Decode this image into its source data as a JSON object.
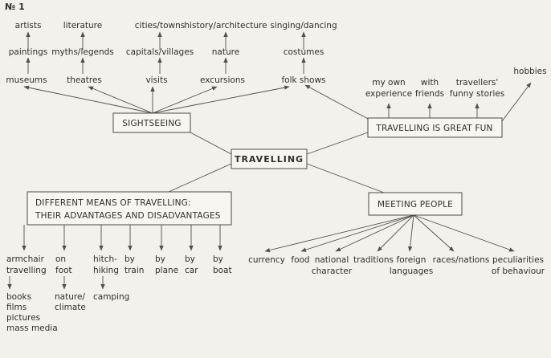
{
  "diagram_number": "№ 1",
  "center": "TRAVELLING",
  "boxes": {
    "sightseeing": "SIGHTSEEING",
    "fun": "TRAVELLING IS GREAT FUN",
    "means_line1": "DIFFERENT MEANS OF TRAVELLING:",
    "means_line2": "THEIR ADVANTAGES AND DISADVANTAGES",
    "meeting": "MEETING PEOPLE"
  },
  "sightseeing_chain": {
    "col1": [
      "artists",
      "paintings",
      "museums"
    ],
    "col2": [
      "literature",
      "myths/legends",
      "theatres"
    ],
    "col3": [
      "cities/towns",
      "capitals/villages",
      "visits"
    ],
    "col4": [
      "history/architecture",
      "nature",
      "excursions"
    ],
    "col5": [
      "singing/dancing",
      "costumes",
      "folk shows"
    ]
  },
  "fun_items": {
    "own_l1": "my own",
    "own_l2": "experience",
    "friends_l1": "with",
    "friends_l2": "friends",
    "stories_l1": "travellers'",
    "stories_l2": "funny stories",
    "hobbies": "hobbies"
  },
  "means_items": {
    "armchair_l1": "armchair",
    "armchair_l2": "travelling",
    "foot_l1": "on",
    "foot_l2": "foot",
    "hitch_l1": "hitch-",
    "hitch_l2": "hiking",
    "train_l1": "by",
    "train_l2": "train",
    "plane_l1": "by",
    "plane_l2": "plane",
    "car_l1": "by",
    "car_l2": "car",
    "boat_l1": "by",
    "boat_l2": "boat",
    "armchair_sub": [
      "books",
      "films",
      "pictures",
      "mass media"
    ],
    "foot_sub_l1": "nature/",
    "foot_sub_l2": "climate",
    "hitch_sub": "camping"
  },
  "meeting_items": {
    "currency": "currency",
    "food": "food",
    "national_l1": "national",
    "national_l2": "character",
    "traditions": "traditions",
    "foreign_l1": "foreign",
    "foreign_l2": "languages",
    "races": "races/nations",
    "peculiar_l1": "peculiarities",
    "peculiar_l2": "of behaviour"
  }
}
